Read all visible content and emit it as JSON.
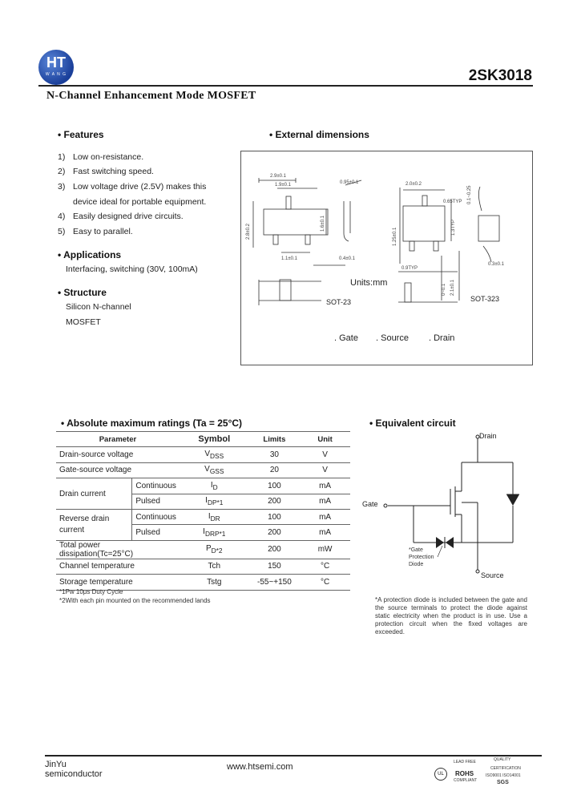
{
  "header": {
    "logo_text": "HT",
    "logo_subtext": "W A N G",
    "part_number": "2SK3018",
    "subtitle": "N-Channel  Enhancement  Mode  MOSFET"
  },
  "features": {
    "title": "• Features",
    "items": [
      {
        "num": "1)",
        "text": "Low on-resistance."
      },
      {
        "num": "2)",
        "text": "Fast switching speed."
      },
      {
        "num": "3)",
        "text": "Low voltage drive (2.5V) makes this"
      },
      {
        "num": "",
        "text": "device ideal for portable equipment."
      },
      {
        "num": "4)",
        "text": "Easily designed drive circuits."
      },
      {
        "num": "5)",
        "text": "Easy to parallel."
      }
    ]
  },
  "applications": {
    "title": "• Applications",
    "text": "Interfacing, switching (30V, 100mA)"
  },
  "structure": {
    "title": "• Structure",
    "line1": "Silicon N-channel",
    "line2": "MOSFET"
  },
  "dimensions": {
    "title": "• External dimensions",
    "units": "Units:mm",
    "pkg1": "SOT-23",
    "pkg2": "SOT-323",
    "pin_gate": ". Gate",
    "pin_source": ". Source",
    "pin_drain": ". Drain",
    "d1": "2.9±0.1",
    "d2": "1.9±0.1",
    "d3": "0.95±0.1",
    "d4": "2.8±0.2",
    "d5": "1.6±0.1",
    "d6": "0.4±0.1",
    "d7": "1.1±0.1",
    "d8": "2.0±0.2",
    "d9": "1.25±0.1",
    "d10": "0.65TYP",
    "d11": "0.1~0.25",
    "d12": "1.3TYP",
    "d13": "0~0.1",
    "d14": "2.1±0.1",
    "d15": "0.3±0.1",
    "d16": "0.9TYP"
  },
  "ratings": {
    "title": "• Absolute maximum ratings (Ta = 25°C)",
    "headers": {
      "param": "Parameter",
      "symbol": "Symbol",
      "limits": "Limits",
      "unit": "Unit"
    },
    "rows": [
      {
        "param": "Drain-source voltage",
        "sym": "V",
        "sub": "DSS",
        "limit": "30",
        "unit": "V"
      },
      {
        "param": "Gate-source voltage",
        "sym": "V",
        "sub": "GSS",
        "limit": "20",
        "unit": "V"
      },
      {
        "param": "Drain current",
        "sub1": "Continuous",
        "sym": "I",
        "sub": "D",
        "limit": "100",
        "unit": "mA"
      },
      {
        "sub1": "Pulsed",
        "sym": "I",
        "sub": "DP*1",
        "limit": "200",
        "unit": "mA"
      },
      {
        "param": "Reverse      drain",
        "param2": "current",
        "sub1": "Continuous",
        "sym": "I",
        "sub": "DR",
        "limit": "100",
        "unit": "mA"
      },
      {
        "sub1": "Pulsed",
        "sym": "I",
        "sub": "DRP*1",
        "limit": "200",
        "unit": "mA"
      },
      {
        "param": "Total power dissipation(Tc=25°C)",
        "sym": "P",
        "sub": "D*2",
        "limit": "200",
        "unit": "mW"
      },
      {
        "param": "Channel temperature",
        "sym": "Tch",
        "sub": "",
        "limit": "150",
        "unit": "°C"
      },
      {
        "param": "Storage temperature",
        "sym": "Tstg",
        "sub": "",
        "limit": "-55~+150",
        "unit": "°C"
      }
    ],
    "note1": "*1Pw   10μs Duty Cycle",
    "note2": "*2With each pin mounted on the recommended lands"
  },
  "circuit": {
    "title": "• Equivalent circuit",
    "drain": "Drain",
    "gate": "Gate",
    "source": "Source",
    "diode1": "*Gate",
    "diode2": "Protection",
    "diode3": "Diode",
    "note": "*A protection diode is included between the gate and the source terminals to protect the diode against static electricity when the product is in use. Use a protection circuit when the fixed voltages are exceeded."
  },
  "footer": {
    "company1": "JinYu",
    "company2": "semiconductor",
    "website": "www.htsemi.com",
    "badge1": "LEAD FREE",
    "badge2": "ROHS",
    "badge3": "COMPLIANT",
    "badge4": "QUALITY",
    "badge5": "CERTIFICATION",
    "badge6": "ISO9001 ISO14001",
    "badge7": "SGS"
  }
}
